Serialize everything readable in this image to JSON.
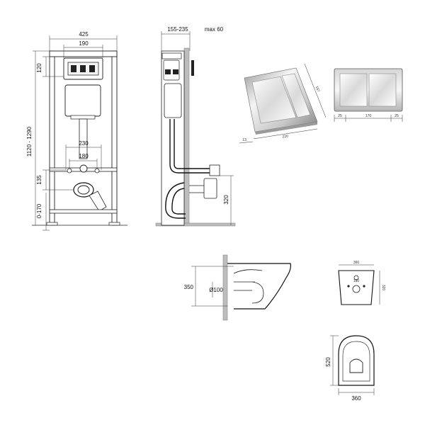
{
  "frame_front": {
    "width_total": "425",
    "width_inner": "190",
    "height_top": "120",
    "height_range": "1120 - 1290",
    "pipe_span": "230",
    "pipe_inner": "180",
    "height_135": "135",
    "height_bottom": "0-170"
  },
  "frame_side": {
    "depth_range": "155-235",
    "max_depth": "max 60",
    "height_320": "320"
  },
  "flush_plate_persp": {
    "dim_height": "157",
    "dim_width": "220",
    "dim_depth": "13"
  },
  "flush_plate_front": {
    "dim_left": "25",
    "dim_mid": "170",
    "dim_right": "25"
  },
  "bowl_side": {
    "height": "350",
    "diameter": "Ø100"
  },
  "bowl_back": {
    "width": "360",
    "hole_spacing": "180",
    "height": "320"
  },
  "bowl_top": {
    "length": "520",
    "width": "360"
  },
  "colors": {
    "line": "#222222",
    "wall": "#bdbdbd",
    "chrome_light": "#f2f2f2",
    "chrome_dark": "#8a8a8a"
  }
}
